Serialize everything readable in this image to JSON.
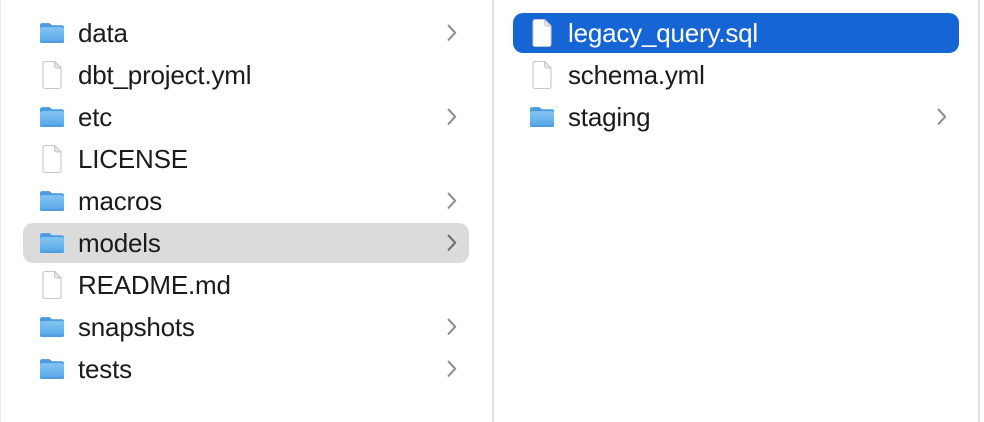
{
  "app": "finder-column-browser",
  "colors": {
    "selection_active_blue": "#1565d4",
    "selection_inactive_gray": "#dbdbdb",
    "column_divider": "#e4e4e4",
    "text": "#1b1b1b",
    "text_on_selection": "#ffffff",
    "chevron": "#8f8f8f",
    "folder_blue_top": "#83c5f2",
    "folder_blue_bottom": "#54a4e6"
  },
  "columns": [
    {
      "name": "left-column",
      "items": [
        {
          "label": "data",
          "type": "folder",
          "icon": "folder-icon",
          "chevron": true,
          "selected": "none"
        },
        {
          "label": "dbt_project.yml",
          "type": "document",
          "icon": "document-icon",
          "chevron": false,
          "selected": "none"
        },
        {
          "label": "etc",
          "type": "folder",
          "icon": "folder-icon",
          "chevron": true,
          "selected": "none"
        },
        {
          "label": "LICENSE",
          "type": "document",
          "icon": "document-icon",
          "chevron": false,
          "selected": "none"
        },
        {
          "label": "macros",
          "type": "folder",
          "icon": "folder-icon",
          "chevron": true,
          "selected": "none"
        },
        {
          "label": "models",
          "type": "folder",
          "icon": "folder-icon",
          "chevron": true,
          "selected": "inactive-gray"
        },
        {
          "label": "README.md",
          "type": "document",
          "icon": "document-icon",
          "chevron": false,
          "selected": "none"
        },
        {
          "label": "snapshots",
          "type": "folder",
          "icon": "folder-icon",
          "chevron": true,
          "selected": "none"
        },
        {
          "label": "tests",
          "type": "folder",
          "icon": "folder-icon",
          "chevron": true,
          "selected": "none"
        }
      ]
    },
    {
      "name": "right-column",
      "items": [
        {
          "label": "legacy_query.sql",
          "type": "document",
          "icon": "document-icon",
          "chevron": false,
          "selected": "active-blue"
        },
        {
          "label": "schema.yml",
          "type": "document",
          "icon": "document-icon",
          "chevron": false,
          "selected": "none"
        },
        {
          "label": "staging",
          "type": "folder",
          "icon": "folder-icon",
          "chevron": true,
          "selected": "none"
        }
      ]
    }
  ]
}
